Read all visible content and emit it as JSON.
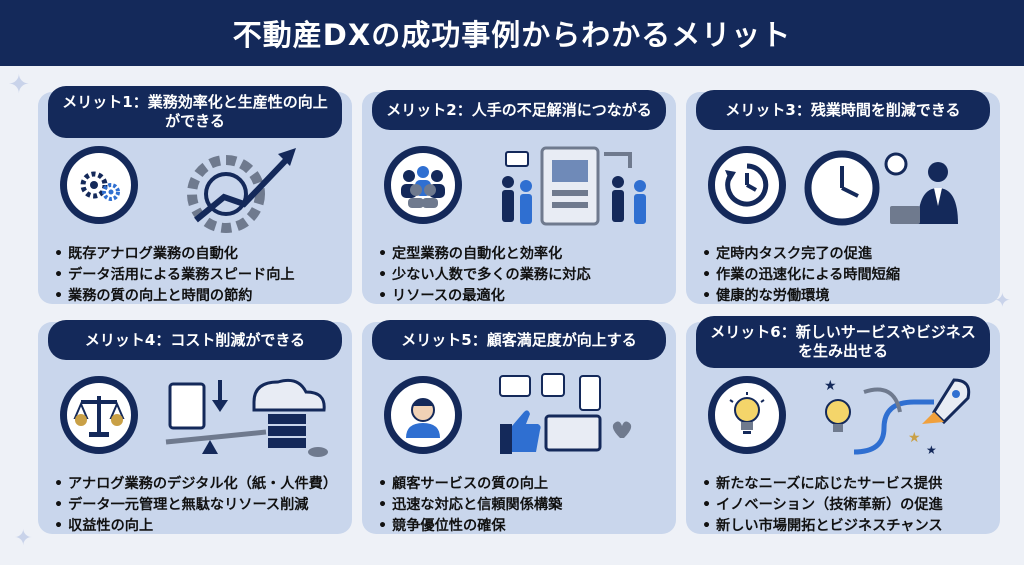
{
  "header": {
    "title": "不動産DXの成功事例からわかるメリット"
  },
  "colors": {
    "navy": "#14295a",
    "card": "#c9d6ec",
    "background": "#eef1f7",
    "accent": "#2f6fd1"
  },
  "cards": [
    {
      "title": "メリット1：業務効率化と生産性の向上ができる",
      "icon": "gears-icon",
      "illustration": "gear-growth-arrow",
      "points": [
        "既存アナログ業務の自動化",
        "データ活用による業務スピード向上",
        "業務の質の向上と時間の節約"
      ]
    },
    {
      "title": "メリット2：人手の不足解消につながる",
      "icon": "team-icon",
      "illustration": "workers-machine",
      "points": [
        "定型業務の自動化と効率化",
        "少ない人数で多くの業務に対応",
        "リソースの最適化"
      ]
    },
    {
      "title": "メリット3：残業時間を削減できる",
      "icon": "clock-cycle-icon",
      "illustration": "clock-businessman",
      "points": [
        "定時内タスク完了の促進",
        "作業の迅速化による時間短縮",
        "健康的な労働環境"
      ]
    },
    {
      "title": "メリット4：コスト削減ができる",
      "icon": "scale-icon",
      "illustration": "document-cloud-server",
      "points": [
        "アナログ業務のデジタル化（紙・人件費）",
        "データ一元管理と無駄なリソース削減",
        "収益性の向上"
      ]
    },
    {
      "title": "メリット5：顧客満足度が向上する",
      "icon": "customer-icon",
      "illustration": "thumbs-up-devices",
      "points": [
        "顧客サービスの質の向上",
        "迅速な対応と信頼関係構築",
        "競争優位性の確保"
      ]
    },
    {
      "title": "メリット6：新しいサービスやビジネスを生み出せる",
      "icon": "lightbulb-icon",
      "illustration": "rocket-path",
      "points": [
        "新たなニーズに応じたサービス提供",
        "イノベーション（技術革新）の促進",
        "新しい市場開拓とビジネスチャンス"
      ]
    }
  ]
}
